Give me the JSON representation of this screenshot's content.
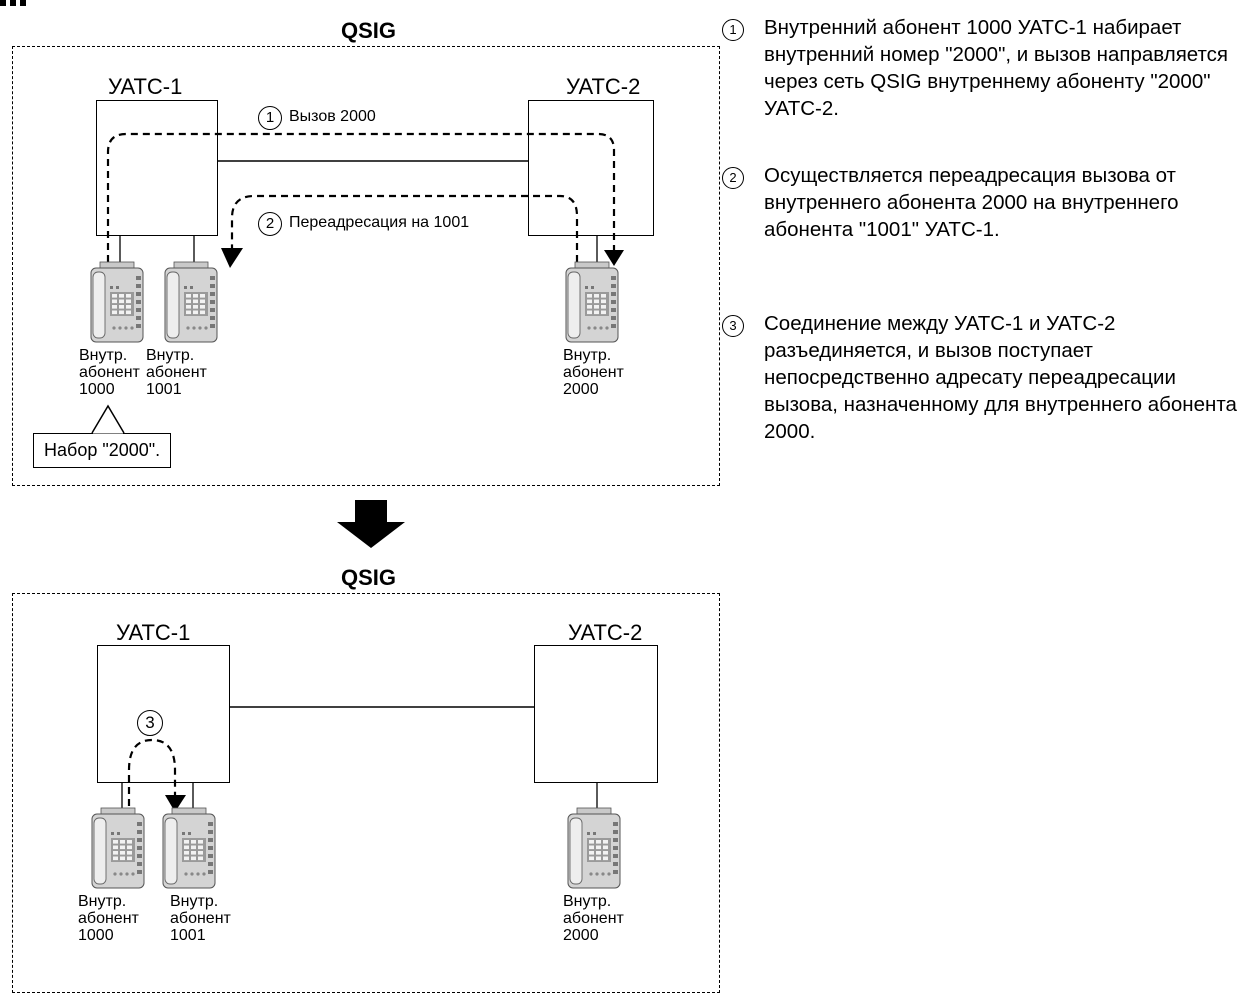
{
  "top_panel": {
    "title": "QSIG",
    "pbx1_label": "УАТС-1",
    "pbx2_label": "УАТС-2",
    "call_number": "1",
    "call_label": "Вызов 2000",
    "forward_number": "2",
    "forward_label": "Переадресация на 1001",
    "ext_1000": [
      "Внутр.",
      "абонент",
      "1000"
    ],
    "ext_1001": [
      "Внутр.",
      "абонент",
      "1001"
    ],
    "ext_2000": [
      "Внутр.",
      "абонент",
      "2000"
    ],
    "dial_bubble": "Набор \"2000\"."
  },
  "bottom_panel": {
    "title": "QSIG",
    "pbx1_label": "УАТС-1",
    "pbx2_label": "УАТС-2",
    "step_number": "3",
    "ext_1000": [
      "Внутр.",
      "абонент",
      "1000"
    ],
    "ext_1001": [
      "Внутр.",
      "абонент",
      "1001"
    ],
    "ext_2000": [
      "Внутр.",
      "абонент",
      "2000"
    ]
  },
  "steps": [
    {
      "num": "1",
      "text": "Внутренний абонент 1000 УАТС-1 набирает внутренний номер \"2000\", и вызов направляется через сеть QSIG внутреннему абоненту \"2000\" УАТС-2."
    },
    {
      "num": "2",
      "text": "Осуществляется переадресация вызова от внутреннего абонента 2000 на внутреннего абонента \"1001\" УАТС-1."
    },
    {
      "num": "3",
      "text": "Соединение между УАТС-1 и УАТС-2 разъединяется, и вызов поступает непосредственно адресату переадресации вызова, назначенному для внутреннего абонента 2000."
    }
  ]
}
